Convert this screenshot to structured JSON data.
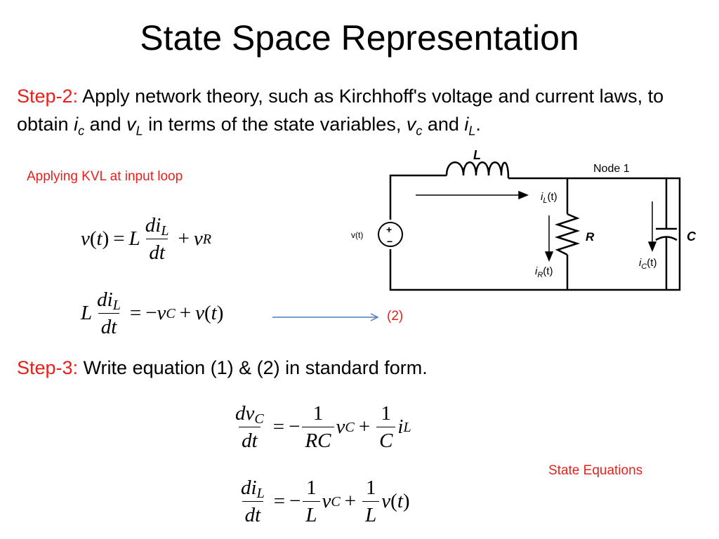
{
  "slide": {
    "title": "State Space Representation",
    "step2": {
      "label": "Step-2:",
      "text_a": " Apply network theory, such as Kirchhoff's voltage and current laws, to obtain ",
      "v_ic": "i",
      "v_ic_sub": "c",
      "and1": " and ",
      "v_vl": "v",
      "v_vl_sub": "L",
      "text_b": " in terms of the state variables, ",
      "v_vc": "v",
      "v_vc_sub": "c",
      "and2": " and ",
      "v_il": "i",
      "v_il_sub": "L",
      "end": "."
    },
    "kvl_note": "Applying KVL at input loop",
    "eq_ref": "(2)",
    "step3": {
      "label": "Step-3:",
      "text": " Write equation (1) & (2) in standard form."
    },
    "state_eq_note": "State Equations"
  },
  "circuit": {
    "label_L": "L",
    "label_node": "Node 1",
    "label_iL": "i",
    "label_iL_sub": "L",
    "label_iL_t": "(t)",
    "label_R": "R",
    "label_iR": "i",
    "label_iR_sub": "R",
    "label_iR_t": "(t)",
    "label_C": "C",
    "label_iC": "i",
    "label_iC_sub": "C",
    "label_iC_t": "(t)",
    "label_vt": "v(t)",
    "plus": "+",
    "minus": "−"
  },
  "equations": {
    "eq1": {
      "lhs_v": "v",
      "lp": "(",
      "t": "t",
      "rp": ")",
      "eqs": "=",
      "L": "L",
      "num_d": "di",
      "num_sub": "L",
      "den": "dt",
      "plus": "+",
      "v": "v",
      "v_sub": "R"
    },
    "eq2": {
      "L": "L",
      "num_d": "di",
      "num_sub": "L",
      "den": "dt",
      "eqs": "=",
      "minus": "−",
      "v": "v",
      "v_sub": "C",
      "plus": "+",
      "v2": "v",
      "lp": "(",
      "t": "t",
      "rp": ")"
    },
    "eq3": {
      "num_d": "dv",
      "num_sub": "C",
      "den": "dt",
      "eqs": "=",
      "minus": "−",
      "f1_num": "1",
      "f1_den": "RC",
      "v": "v",
      "v_sub": "C",
      "plus": "+",
      "f2_num": "1",
      "f2_den": "C",
      "i": "i",
      "i_sub": "L"
    },
    "eq4": {
      "num_d": "di",
      "num_sub": "L",
      "den": "dt",
      "eqs": "=",
      "minus": "−",
      "f1_num": "1",
      "f1_den": "L",
      "v": "v",
      "v_sub": "C",
      "plus": "+",
      "f2_num": "1",
      "f2_den": "L",
      "v2": "v",
      "lp": "(",
      "t": "t",
      "rp": ")"
    }
  },
  "colors": {
    "accent_red": "#e8201c",
    "arrow_blue": "#4a7ebb"
  }
}
